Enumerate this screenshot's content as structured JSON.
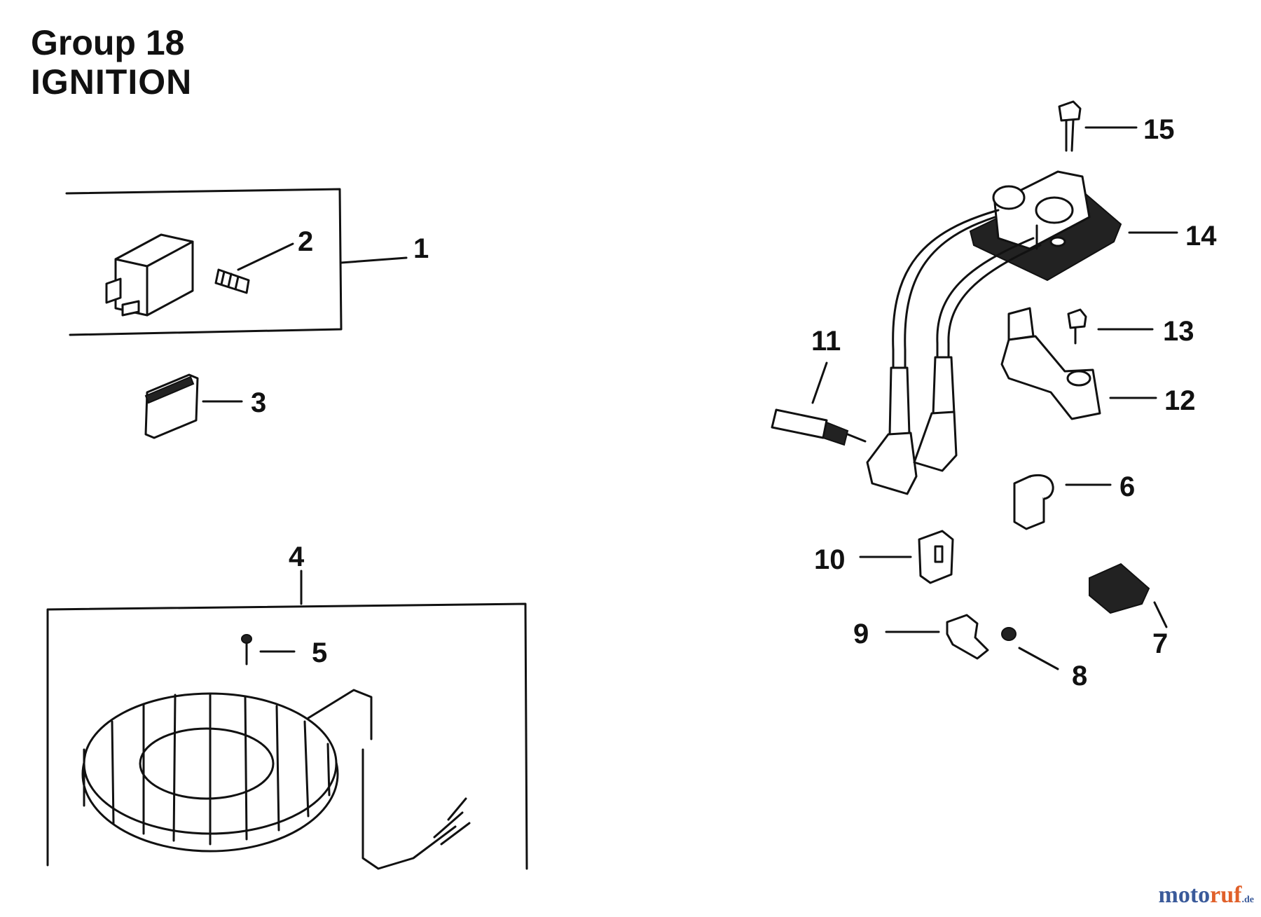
{
  "title": {
    "group": "Group 18",
    "section": "IGNITION"
  },
  "callouts": {
    "c1": "1",
    "c2": "2",
    "c3": "3",
    "c4": "4",
    "c5": "5",
    "c6": "6",
    "c7": "7",
    "c8": "8",
    "c9": "9",
    "c10": "10",
    "c11": "11",
    "c12": "12",
    "c13": "13",
    "c14": "14",
    "c15": "15"
  },
  "watermark": {
    "part1": "moto",
    "part2": "ruf",
    "part3": ".de"
  }
}
